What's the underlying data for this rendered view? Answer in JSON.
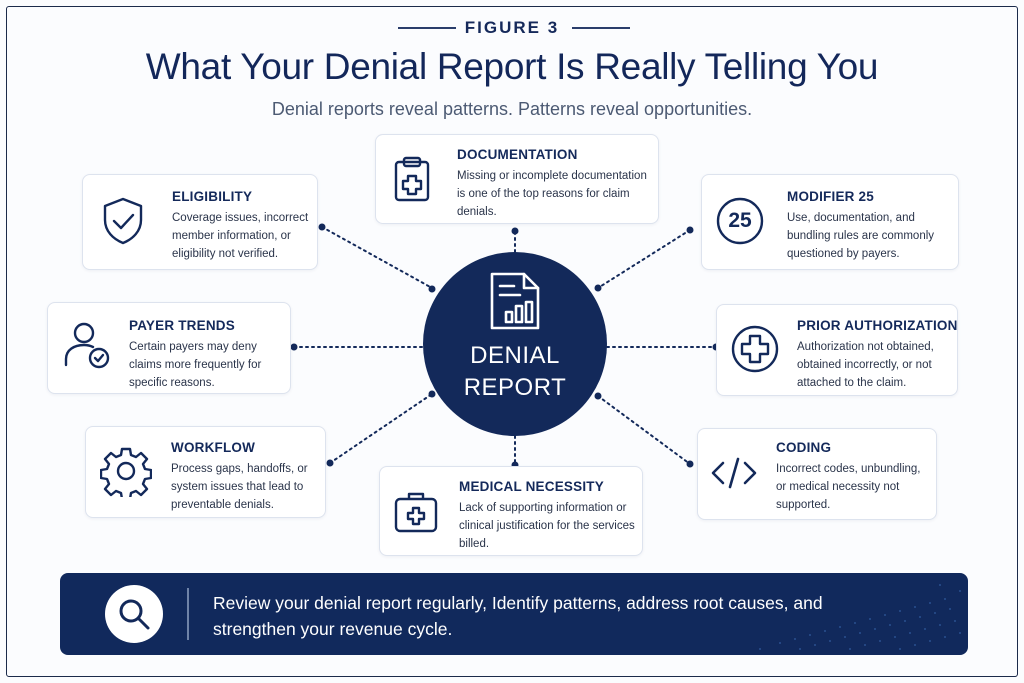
{
  "header": {
    "figure_label": "FIGURE 3",
    "title": "What Your Denial Report Is Really Telling You",
    "subtitle": "Denial reports reveal patterns. Patterns reveal opportunities."
  },
  "hub": {
    "line1": "DENIAL",
    "line2": "REPORT",
    "icon": "report-chart-icon"
  },
  "cards": {
    "documentation": {
      "title": "DOCUMENTATION",
      "desc": "Missing or incomplete documentation is one of the top reasons for claim denials.",
      "icon": "clipboard-plus-icon"
    },
    "eligibility": {
      "title": "ELIGIBILITY",
      "desc": "Coverage issues, incorrect member information, or eligibility not verified.",
      "icon": "shield-check-icon"
    },
    "modifier": {
      "title": "MODIFIER 25",
      "desc": "Use, documentation, and bundling rules are commonly questioned by payers.",
      "icon_text": "25"
    },
    "payer": {
      "title": "PAYER TRENDS",
      "desc": "Certain payers may deny claims more frequently for specific reasons.",
      "icon": "user-check-icon"
    },
    "prior": {
      "title": "PRIOR AUTHORIZATION",
      "desc": "Authorization not obtained, obtained incorrectly, or not attached to the claim.",
      "icon": "circle-plus-icon"
    },
    "workflow": {
      "title": "WORKFLOW",
      "desc": "Process gaps, handoffs, or system issues that lead to preventable denials.",
      "icon": "gear-icon"
    },
    "coding": {
      "title": "CODING",
      "desc": "Incorrect codes, unbundling, or medical necessity not supported.",
      "icon": "code-brackets-icon"
    },
    "necessity": {
      "title": "MEDICAL NECESSITY",
      "desc": "Lack of supporting information or clinical justification for the services billed.",
      "icon": "medical-kit-icon"
    }
  },
  "banner": {
    "text": "Review your denial report regularly, Identify patterns, address root causes, and strengthen your revenue cycle.",
    "icon": "search-icon"
  },
  "colors": {
    "navy": "#13295a",
    "connector": "#13295a",
    "card_border": "#dde3ee"
  }
}
